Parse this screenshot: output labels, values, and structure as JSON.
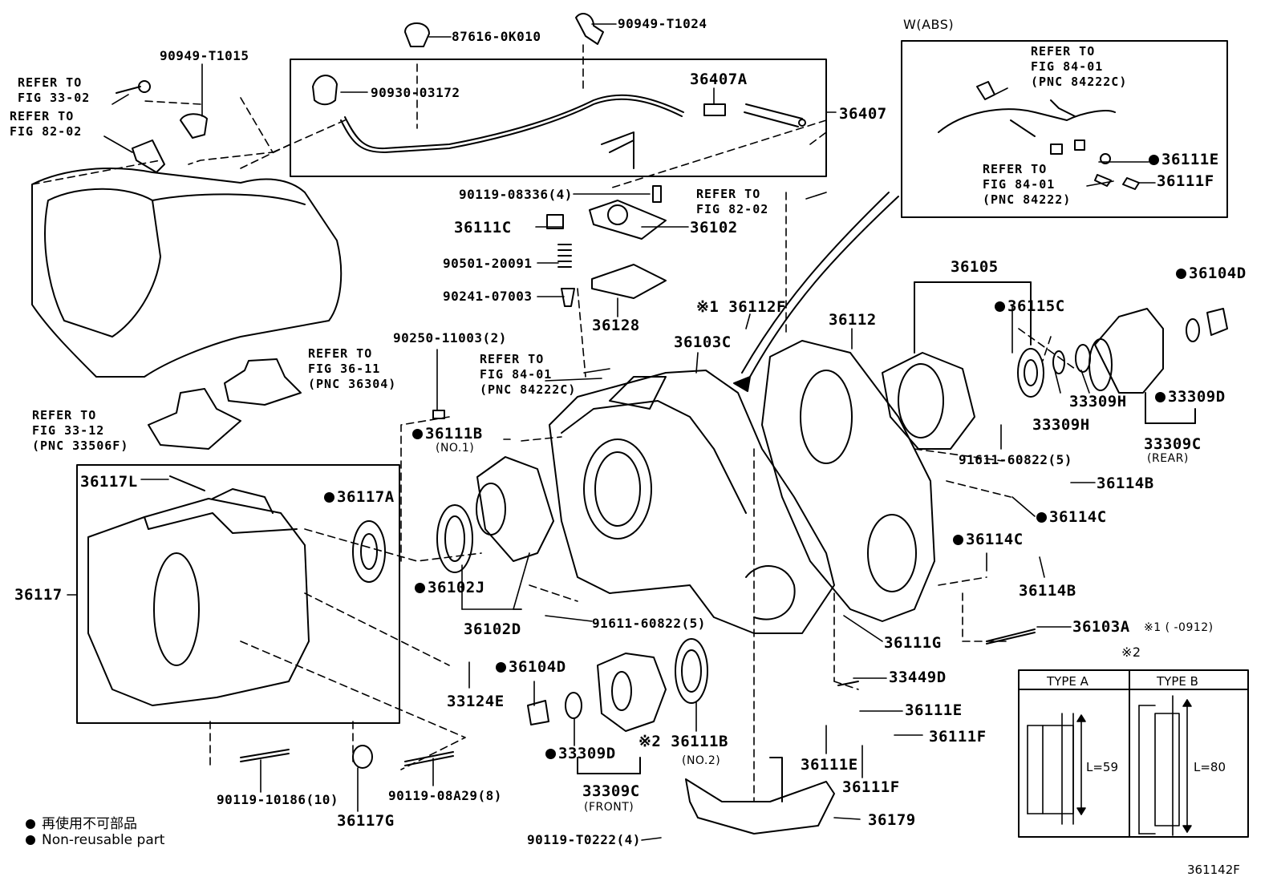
{
  "diagram_code": "361142F",
  "abs_box_title": "W(ABS)",
  "type_table": {
    "marker": "※2",
    "type_a": "TYPE A",
    "type_b": "TYPE B",
    "len_a": "L=59",
    "len_b": "L=80"
  },
  "legend": {
    "jp": "再使用不可部品",
    "en": "Non-reusable part"
  },
  "labels": {
    "l_87616": "87616-0K010",
    "l_90949a": "90949-T1024",
    "l_90949b": "90949-T1015",
    "l_90930": "90930-03172",
    "l_36407a": "36407A",
    "l_36407": "36407",
    "l_90119a": "90119-08336(4)",
    "l_36111c": "36111C",
    "l_36102": "36102",
    "l_90501": "90501-20091",
    "l_90241": "90241-07003",
    "l_36128": "36128",
    "l_36112f": "※1 36112F",
    "l_36103c": "36103C",
    "l_36112": "36112",
    "l_36105": "36105",
    "l_36104d_r": "36104D",
    "l_36115c": "36115C",
    "l_33309h_a": "33309H",
    "l_33309h_b": "33309H",
    "l_33309d_r": "33309D",
    "l_33309c_r": "33309C",
    "l_rear": "(REAR)",
    "l_91611a": "91611-60822(5)",
    "l_36114b_a": "36114B",
    "l_36114c_a": "36114C",
    "l_36114c_b": "36114C",
    "l_36114b_b": "36114B",
    "l_36103a": "36103A",
    "l_36103a_note": "※1 (      -0912)",
    "l_36111e_abs": "36111E",
    "l_36111f_abs": "36111F",
    "l_90250": "90250-11003(2)",
    "l_36111b_1": "36111B",
    "l_no1": "(NO.1)",
    "l_36117l": "36117L",
    "l_36117a": "36117A",
    "l_36117": "36117",
    "l_36102j": "36102J",
    "l_36102d": "36102D",
    "l_91611b": "91611-60822(5)",
    "l_36111g": "36111G",
    "l_33124e": "33124E",
    "l_36104d_f": "36104D",
    "l_33309d_f": "33309D",
    "l_36111b_2": "※2 36111B",
    "l_no2": "(NO.2)",
    "l_33309c_f": "33309C",
    "l_front": "(FRONT)",
    "l_33449d": "33449D",
    "l_36111e_a": "36111E",
    "l_36111f_a": "36111F",
    "l_36111e_b": "36111E",
    "l_36111f_b": "36111F",
    "l_36179": "36179",
    "l_90119b": "90119-10186(10)",
    "l_36117g": "36117G",
    "l_90119c": "90119-08A29(8)",
    "l_90119d": "90119-T0222(4)"
  },
  "refs": {
    "r1a": "REFER TO",
    "r1b": "FIG 33-02",
    "r2a": "REFER TO",
    "r2b": "FIG 82-02",
    "r3a": "REFER TO",
    "r3b": "FIG 36-11",
    "r3c": "(PNC 36304)",
    "r4a": "REFER TO",
    "r4b": "FIG 33-12",
    "r4c": "(PNC 33506F)",
    "r5a": "REFER TO",
    "r5b": "FIG 84-01",
    "r5c": "(PNC 84222C)",
    "r6a": "REFER TO",
    "r6b": "FIG 82-02",
    "r7a": "REFER TO",
    "r7b": "FIG 84-01",
    "r7c": "(PNC 84222C)",
    "r8a": "REFER TO",
    "r8b": "FIG 84-01",
    "r8c": "(PNC 84222)"
  }
}
